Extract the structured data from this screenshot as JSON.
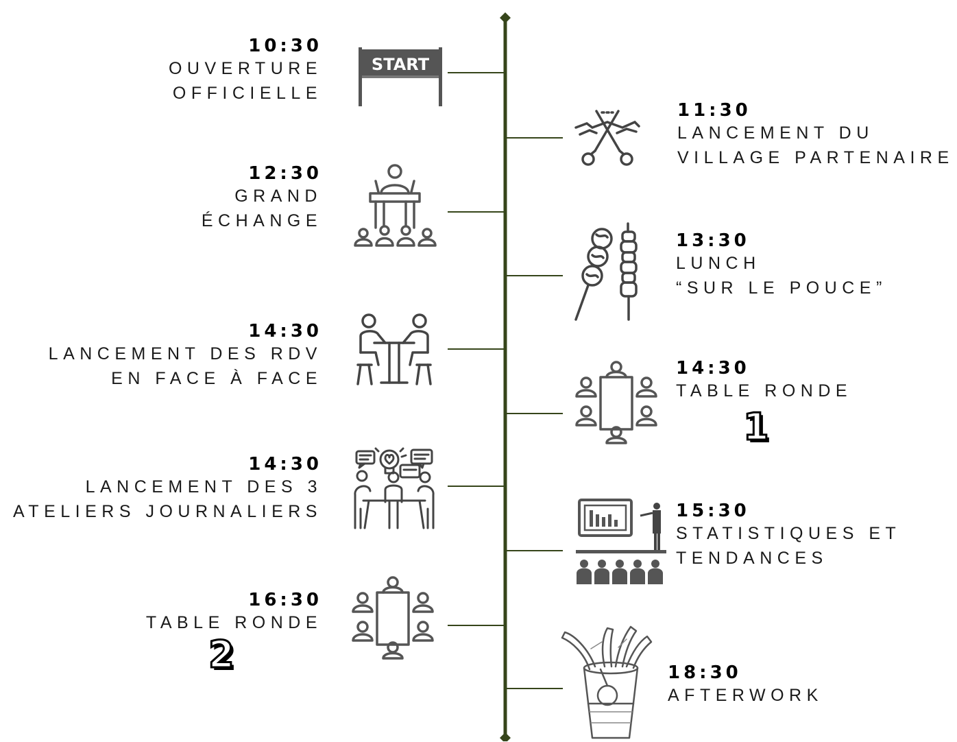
{
  "colors": {
    "line": "#36451a",
    "icon": "#555555",
    "text": "#1a1a1a"
  },
  "events": [
    {
      "id": "ouverture",
      "side": "left",
      "time": "10:30",
      "lines": [
        "OUVERTURE",
        "OFFICIELLE"
      ],
      "icon": "start-banner-icon",
      "banner_text": "START"
    },
    {
      "id": "village",
      "side": "right",
      "time": "11:30",
      "lines": [
        "LANCEMENT DU",
        "VILLAGE PARTENAIRE"
      ],
      "icon": "ribbon-cutting-scissors-icon"
    },
    {
      "id": "echange",
      "side": "left",
      "time": "12:30",
      "lines": [
        "GRAND",
        "ÉCHANGE"
      ],
      "icon": "speaker-podium-audience-icon"
    },
    {
      "id": "lunch",
      "side": "right",
      "time": "13:30",
      "lines": [
        "LUNCH",
        "“SUR LE POUCE”"
      ],
      "icon": "skewers-icon"
    },
    {
      "id": "rdv",
      "side": "left",
      "time": "14:30",
      "lines": [
        "LANCEMENT DES RDV",
        "EN FACE À FACE"
      ],
      "icon": "face-to-face-meeting-icon"
    },
    {
      "id": "table1",
      "side": "right",
      "time": "14:30",
      "lines": [
        "TABLE RONDE"
      ],
      "icon": "round-table-icon",
      "number": "1"
    },
    {
      "id": "ateliers",
      "side": "left",
      "time": "14:30",
      "lines": [
        "LANCEMENT DES  3",
        "ATELIERS JOURNALIERS"
      ],
      "icon": "workshop-brainstorm-icon"
    },
    {
      "id": "stats",
      "side": "right",
      "time": "15:30",
      "lines": [
        "STATISTIQUES ET",
        "TENDANCES"
      ],
      "icon": "presentation-audience-icon"
    },
    {
      "id": "table2",
      "side": "left",
      "time": "16:30",
      "lines": [
        "TABLE RONDE"
      ],
      "icon": "round-table-icon",
      "number": "2"
    },
    {
      "id": "afterwork",
      "side": "right",
      "time": "18:30",
      "lines": [
        "AFTERWORK"
      ],
      "icon": "cocktail-glass-icon"
    }
  ]
}
